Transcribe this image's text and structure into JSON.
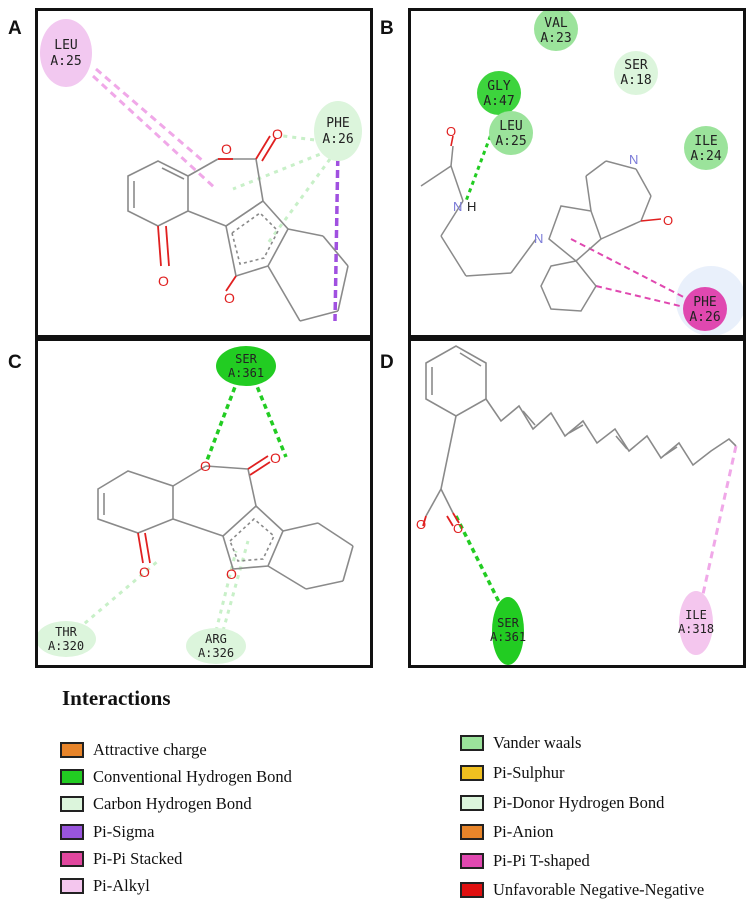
{
  "panels": [
    {
      "letter": "A",
      "residues": [
        {
          "name": "LEU",
          "id": "A:25"
        },
        {
          "name": "PHE",
          "id": "A:26"
        }
      ]
    },
    {
      "letter": "B",
      "residues": [
        {
          "name": "VAL",
          "id": "A:23"
        },
        {
          "name": "SER",
          "id": "A:18"
        },
        {
          "name": "GLY",
          "id": "A:47"
        },
        {
          "name": "LEU",
          "id": "A:25"
        },
        {
          "name": "ILE",
          "id": "A:24"
        },
        {
          "name": "PHE",
          "id": "A:26"
        }
      ],
      "atoms": {
        "n1": "N",
        "n2": "N",
        "n3": "N",
        "h": "H",
        "o1": "O",
        "o2": "O"
      }
    },
    {
      "letter": "C",
      "residues": [
        {
          "name": "SER",
          "id": "A:361"
        },
        {
          "name": "THR",
          "id": "A:320"
        },
        {
          "name": "ARG",
          "id": "A:326"
        }
      ]
    },
    {
      "letter": "D",
      "residues": [
        {
          "name": "SER",
          "id": "A:361"
        },
        {
          "name": "ILE",
          "id": "A:318"
        }
      ]
    }
  ],
  "legend": {
    "title": "Interactions",
    "items": [
      {
        "label": "Attractive charge",
        "color": "#e8852a"
      },
      {
        "label": "Conventional Hydrogen Bond",
        "color": "#22cc22"
      },
      {
        "label": "Carbon Hydrogen Bond",
        "color": "#dcf5dc"
      },
      {
        "label": "Pi-Sigma",
        "color": "#9955dd"
      },
      {
        "label": "Pi-Pi Stacked",
        "color": "#e0479e"
      },
      {
        "label": "Pi-Alkyl",
        "color": "#f4c6ee"
      },
      {
        "label": "Vander waals",
        "color": "#9be39b"
      },
      {
        "label": "Pi-Sulphur",
        "color": "#f0c020"
      },
      {
        "label": "Pi-Donor Hydrogen Bond",
        "color": "#dcf5dc"
      },
      {
        "label": "Pi-Anion",
        "color": "#e8852a"
      },
      {
        "label": "Pi-Pi T-shaped",
        "color": "#e048b0"
      },
      {
        "label": "Unfavorable Negative-Negative",
        "color": "#e01010"
      }
    ]
  }
}
